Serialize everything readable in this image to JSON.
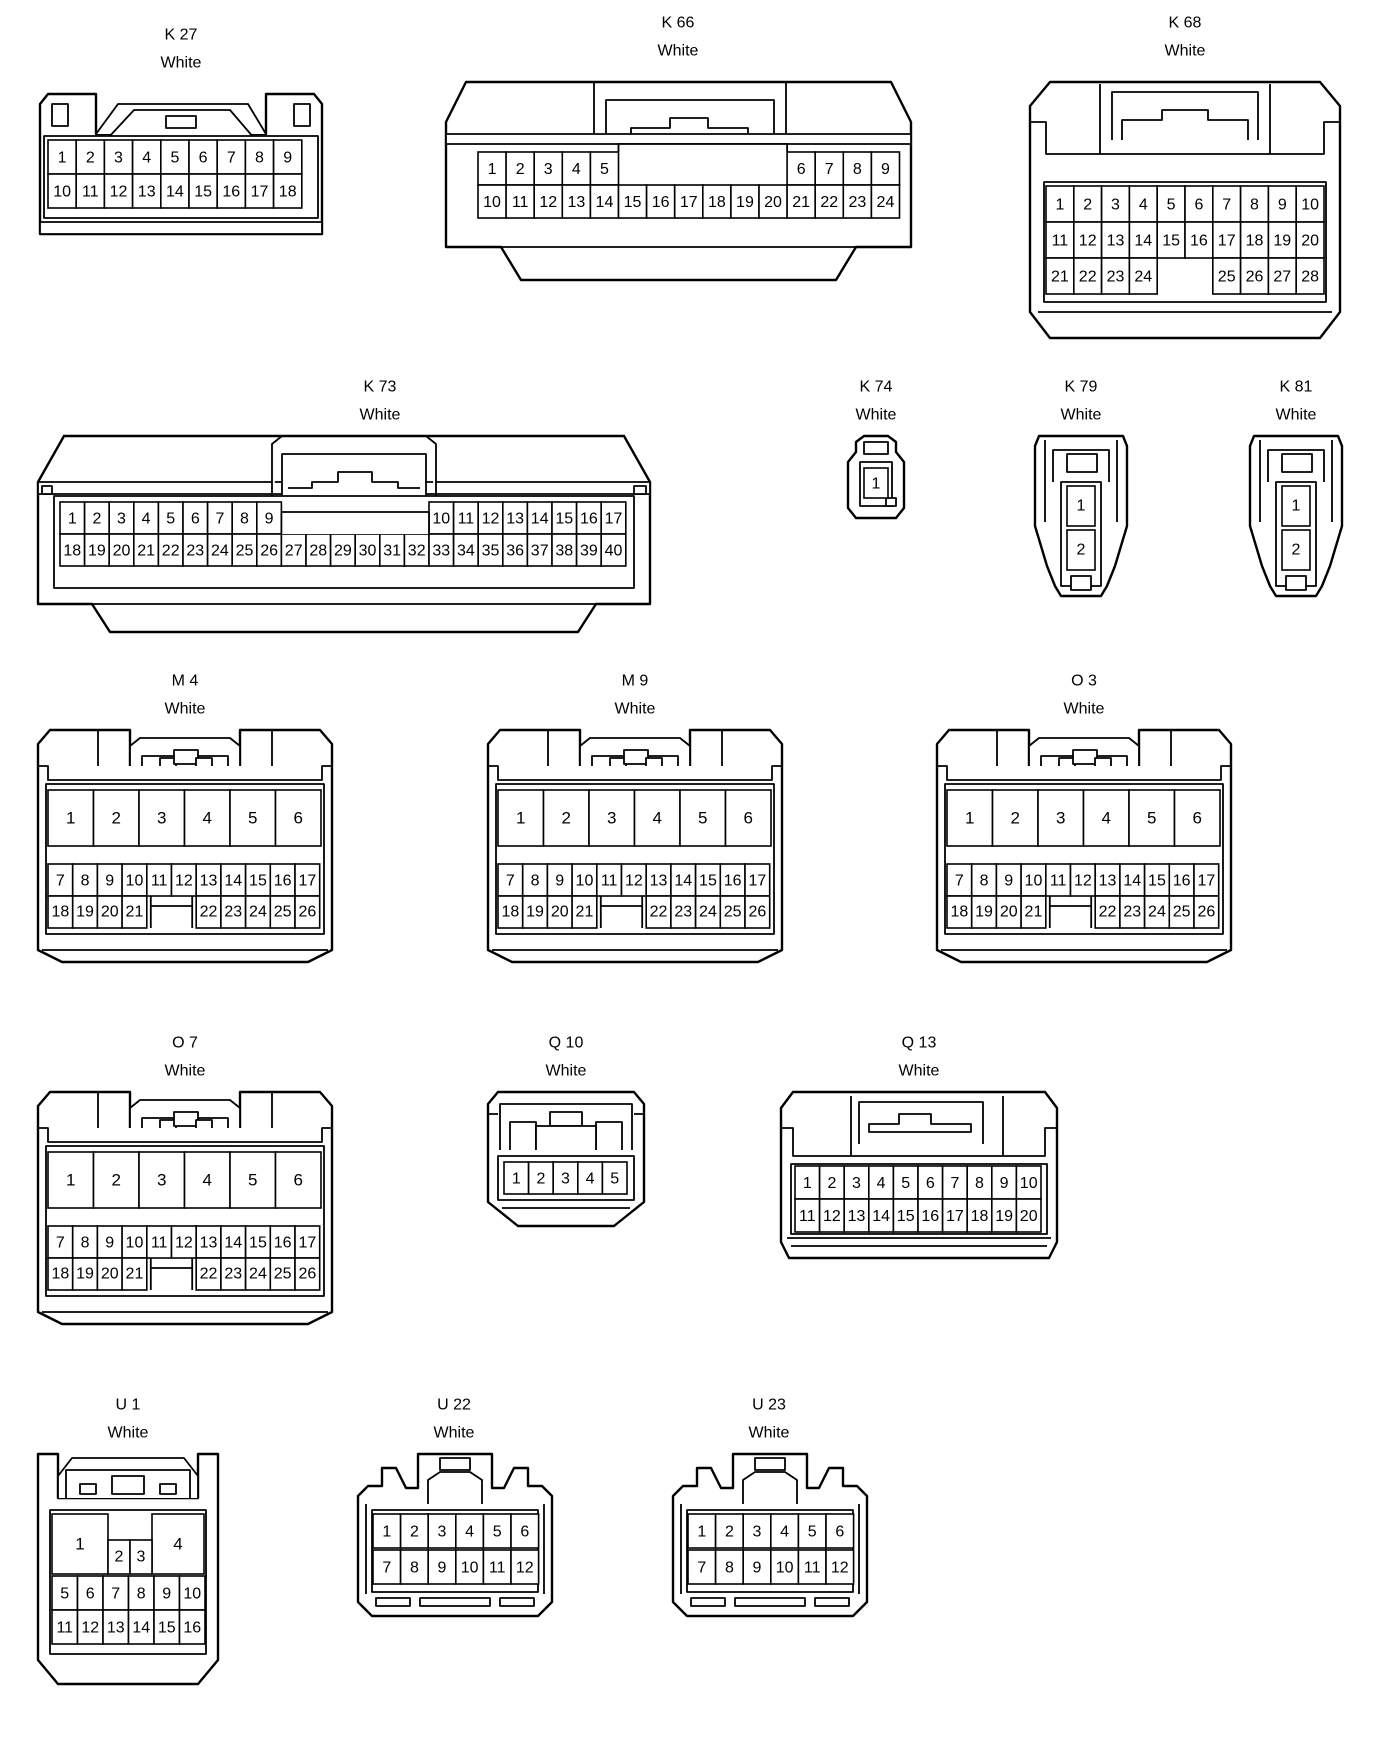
{
  "connectors": [
    {
      "name": "K 27",
      "color": "White",
      "shape": "k27",
      "rows": [
        [
          "1",
          "2",
          "3",
          "4",
          "5",
          "6",
          "7",
          "8",
          "9"
        ],
        [
          "10",
          "11",
          "12",
          "13",
          "14",
          "15",
          "16",
          "17",
          "18"
        ]
      ]
    },
    {
      "name": "K 66",
      "color": "White",
      "shape": "k66",
      "rows": [
        [
          "1",
          "2",
          "3",
          "4",
          "5",
          "",
          "",
          "",
          "",
          "",
          "",
          "6",
          "7",
          "8",
          "9"
        ],
        [
          "10",
          "11",
          "12",
          "13",
          "14",
          "15",
          "16",
          "17",
          "18",
          "19",
          "20",
          "21",
          "22",
          "23",
          "24"
        ]
      ]
    },
    {
      "name": "K 68",
      "color": "White",
      "shape": "k68",
      "rows": [
        [
          "1",
          "2",
          "3",
          "4",
          "5",
          "6",
          "7",
          "8",
          "9",
          "10"
        ],
        [
          "11",
          "12",
          "13",
          "14",
          "15",
          "16",
          "17",
          "18",
          "19",
          "20"
        ],
        [
          "21",
          "22",
          "23",
          "24",
          "",
          "",
          "25",
          "26",
          "27",
          "28"
        ]
      ]
    },
    {
      "name": "K 73",
      "color": "White",
      "shape": "k73",
      "rows": [
        [
          "1",
          "2",
          "3",
          "4",
          "5",
          "6",
          "7",
          "8",
          "9",
          "",
          "",
          "",
          "",
          "",
          "",
          "10",
          "11",
          "12",
          "13",
          "14",
          "15",
          "16",
          "17"
        ],
        [
          "18",
          "19",
          "20",
          "21",
          "22",
          "23",
          "24",
          "25",
          "26",
          "27",
          "28",
          "29",
          "30",
          "31",
          "32",
          "33",
          "34",
          "35",
          "36",
          "37",
          "38",
          "39",
          "40"
        ]
      ]
    },
    {
      "name": "K 74",
      "color": "White",
      "shape": "k74",
      "rows": [
        [
          "1"
        ]
      ]
    },
    {
      "name": "K 79",
      "color": "White",
      "shape": "k79",
      "rows": [
        [
          "1"
        ],
        [
          "2"
        ]
      ]
    },
    {
      "name": "K 81",
      "color": "White",
      "shape": "k79",
      "rows": [
        [
          "1"
        ],
        [
          "2"
        ]
      ]
    },
    {
      "name": "M 4",
      "color": "White",
      "shape": "m4",
      "big": [
        "1",
        "2",
        "3",
        "4",
        "5",
        "6"
      ],
      "rows": [
        [
          "7",
          "8",
          "9",
          "10",
          "11",
          "12",
          "13",
          "14",
          "15",
          "16",
          "17"
        ],
        [
          "18",
          "19",
          "20",
          "21",
          "",
          "22",
          "23",
          "24",
          "25",
          "26"
        ]
      ]
    },
    {
      "name": "M 9",
      "color": "White",
      "shape": "m4",
      "big": [
        "1",
        "2",
        "3",
        "4",
        "5",
        "6"
      ],
      "rows": [
        [
          "7",
          "8",
          "9",
          "10",
          "11",
          "12",
          "13",
          "14",
          "15",
          "16",
          "17"
        ],
        [
          "18",
          "19",
          "20",
          "21",
          "",
          "22",
          "23",
          "24",
          "25",
          "26"
        ]
      ]
    },
    {
      "name": "O 3",
      "color": "White",
      "shape": "m4",
      "big": [
        "1",
        "2",
        "3",
        "4",
        "5",
        "6"
      ],
      "rows": [
        [
          "7",
          "8",
          "9",
          "10",
          "11",
          "12",
          "13",
          "14",
          "15",
          "16",
          "17"
        ],
        [
          "18",
          "19",
          "20",
          "21",
          "",
          "22",
          "23",
          "24",
          "25",
          "26"
        ]
      ]
    },
    {
      "name": "O 7",
      "color": "White",
      "shape": "m4",
      "big": [
        "1",
        "2",
        "3",
        "4",
        "5",
        "6"
      ],
      "rows": [
        [
          "7",
          "8",
          "9",
          "10",
          "11",
          "12",
          "13",
          "14",
          "15",
          "16",
          "17"
        ],
        [
          "18",
          "19",
          "20",
          "21",
          "",
          "22",
          "23",
          "24",
          "25",
          "26"
        ]
      ]
    },
    {
      "name": "Q 10",
      "color": "White",
      "shape": "q10",
      "rows": [
        [
          "1",
          "2",
          "3",
          "4",
          "5"
        ]
      ]
    },
    {
      "name": "Q 13",
      "color": "White",
      "shape": "q13",
      "rows": [
        [
          "1",
          "2",
          "3",
          "4",
          "5",
          "6",
          "7",
          "8",
          "9",
          "10"
        ],
        [
          "11",
          "12",
          "13",
          "14",
          "15",
          "16",
          "17",
          "18",
          "19",
          "20"
        ]
      ]
    },
    {
      "name": "U 1",
      "color": "White",
      "shape": "u1",
      "big": [
        "1",
        "4"
      ],
      "mid": [
        "2",
        "3"
      ],
      "rows": [
        [
          "5",
          "6",
          "7",
          "8",
          "9",
          "10"
        ],
        [
          "11",
          "12",
          "13",
          "14",
          "15",
          "16"
        ]
      ]
    },
    {
      "name": "U 22",
      "color": "White",
      "shape": "u22",
      "rows": [
        [
          "1",
          "2",
          "3",
          "4",
          "5",
          "6"
        ],
        [
          "7",
          "8",
          "9",
          "10",
          "11",
          "12"
        ]
      ]
    },
    {
      "name": "U 23",
      "color": "White",
      "shape": "u22",
      "rows": [
        [
          "1",
          "2",
          "3",
          "4",
          "5",
          "6"
        ],
        [
          "7",
          "8",
          "9",
          "10",
          "11",
          "12"
        ]
      ]
    }
  ]
}
